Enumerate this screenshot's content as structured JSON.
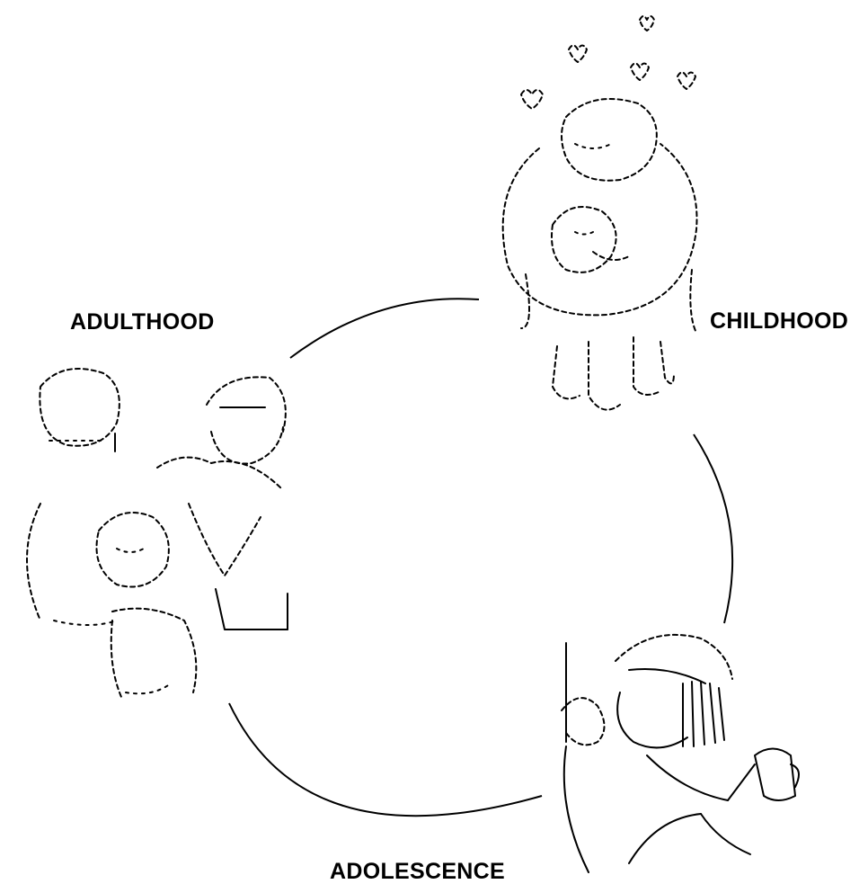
{
  "diagram": {
    "stages": [
      {
        "id": "childhood",
        "label": "CHILDHOOD",
        "illustration": "child-hugging-teddy-bear-with-hearts"
      },
      {
        "id": "adolescence",
        "label": "ADOLESCENCE",
        "illustration": "teenager-with-headphones-and-drink"
      },
      {
        "id": "adulthood",
        "label": "ADULTHOOD",
        "illustration": "family-group-parents-and-child"
      }
    ],
    "connector": "circular-cycle-arcs",
    "colors": {
      "line": "#000000",
      "background": "#ffffff"
    }
  }
}
